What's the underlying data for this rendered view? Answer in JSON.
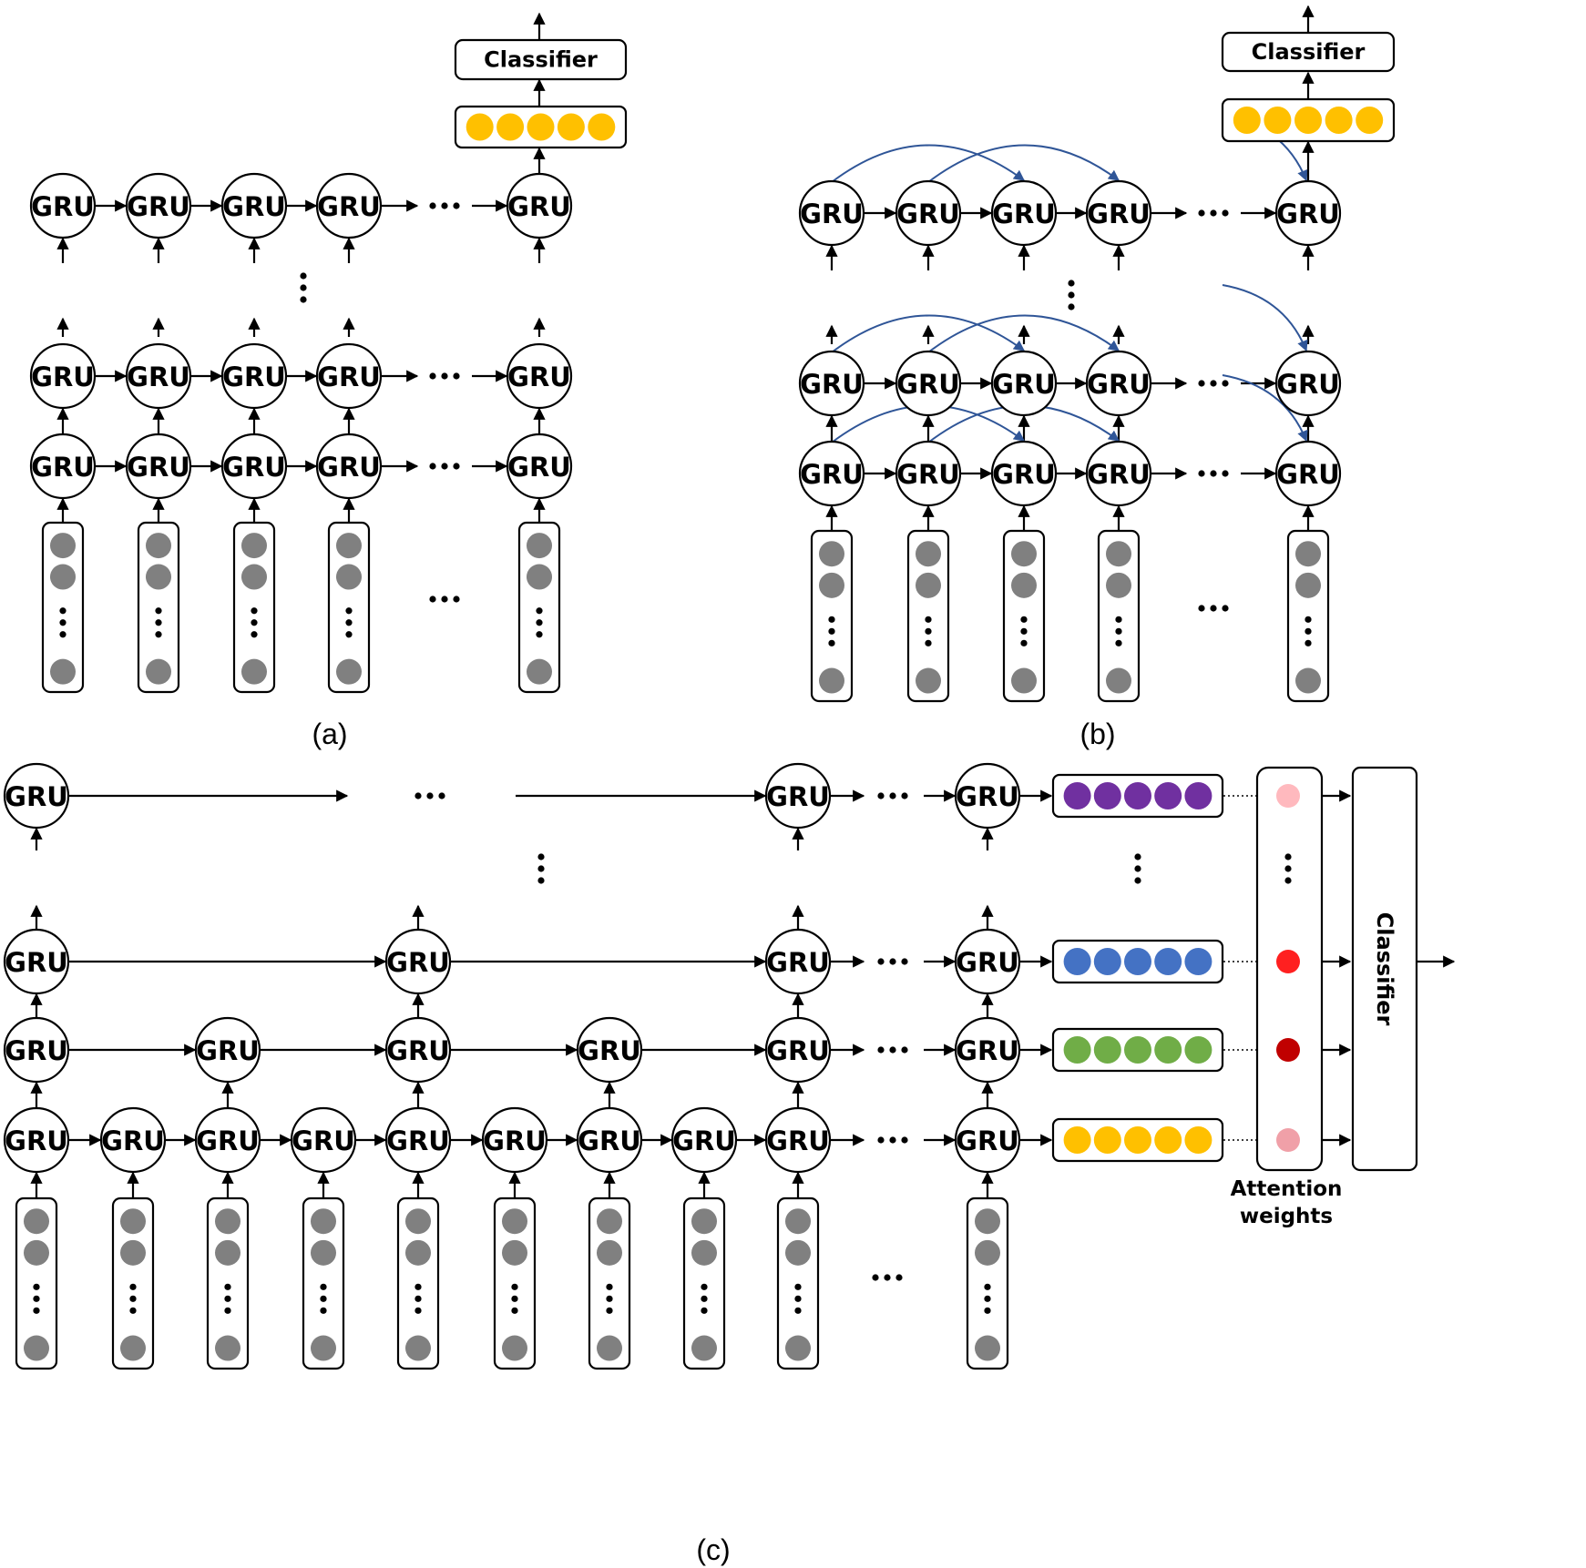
{
  "labels": {
    "gru": "GRU",
    "classifier": "Classifier",
    "ellipsis": "···",
    "attention": [
      "Attention",
      "weights"
    ]
  },
  "captions": {
    "a": "(a)",
    "b": "(b)",
    "c": "(c)"
  },
  "colors": {
    "input_dot": "#808080",
    "vec_a": "#FFC000",
    "vec_b": "#FFC000",
    "layer1": "#FFC000",
    "layer2": "#70AD47",
    "layer3": "#4472C4",
    "layerN": "#7030A0",
    "skip_arrow": "#2F5597",
    "att_top": "#FFB9BE",
    "att_3": "#FF2020",
    "att_2": "#C00000",
    "att_1": "#F0A0A8"
  }
}
